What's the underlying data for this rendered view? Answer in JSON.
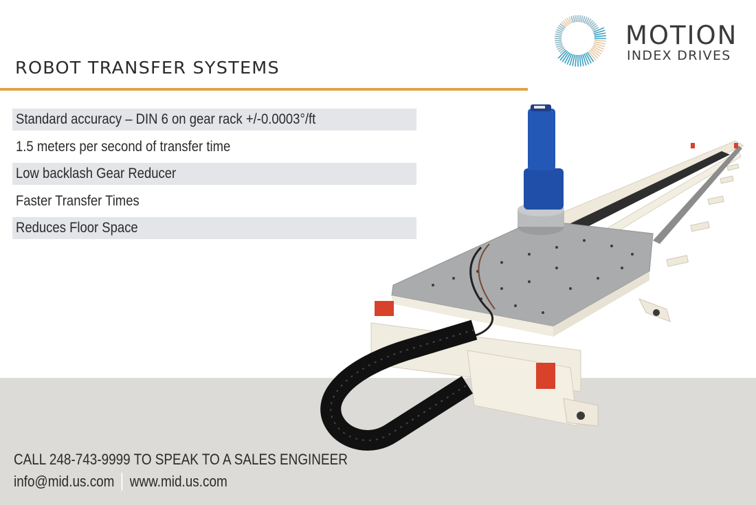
{
  "header": {
    "title": "ROBOT TRANSFER SYSTEMS",
    "accent_color": "#e3a24a"
  },
  "logo": {
    "icon": "sunburst-ring-icon",
    "name_main": "MOTION",
    "name_sub": "INDEX DRIVES",
    "colors": [
      "#3aa0bf",
      "#e7c9a6",
      "#2b2b2b"
    ]
  },
  "features": [
    {
      "label": "Standard accuracy – DIN 6 on gear rack +/-0.0003°/ft",
      "shaded": true
    },
    {
      "label": "1.5 meters per second of transfer time",
      "shaded": false
    },
    {
      "label": "Low backlash Gear Reducer",
      "shaded": true
    },
    {
      "label": "Faster Transfer Times",
      "shaded": false
    },
    {
      "label": "Reduces Floor Space",
      "shaded": true
    }
  ],
  "product_image": {
    "alt": "Robot transfer system: blue motor gear reducer on steel carriage plate over long white rail frame with gear rack and black cable carrier"
  },
  "footer": {
    "cta": "CALL 248-743-9999 TO SPEAK TO A SALES ENGINEER",
    "email": "info@mid.us.com",
    "website": "www.mid.us.com",
    "background": "#dcdbd7"
  }
}
